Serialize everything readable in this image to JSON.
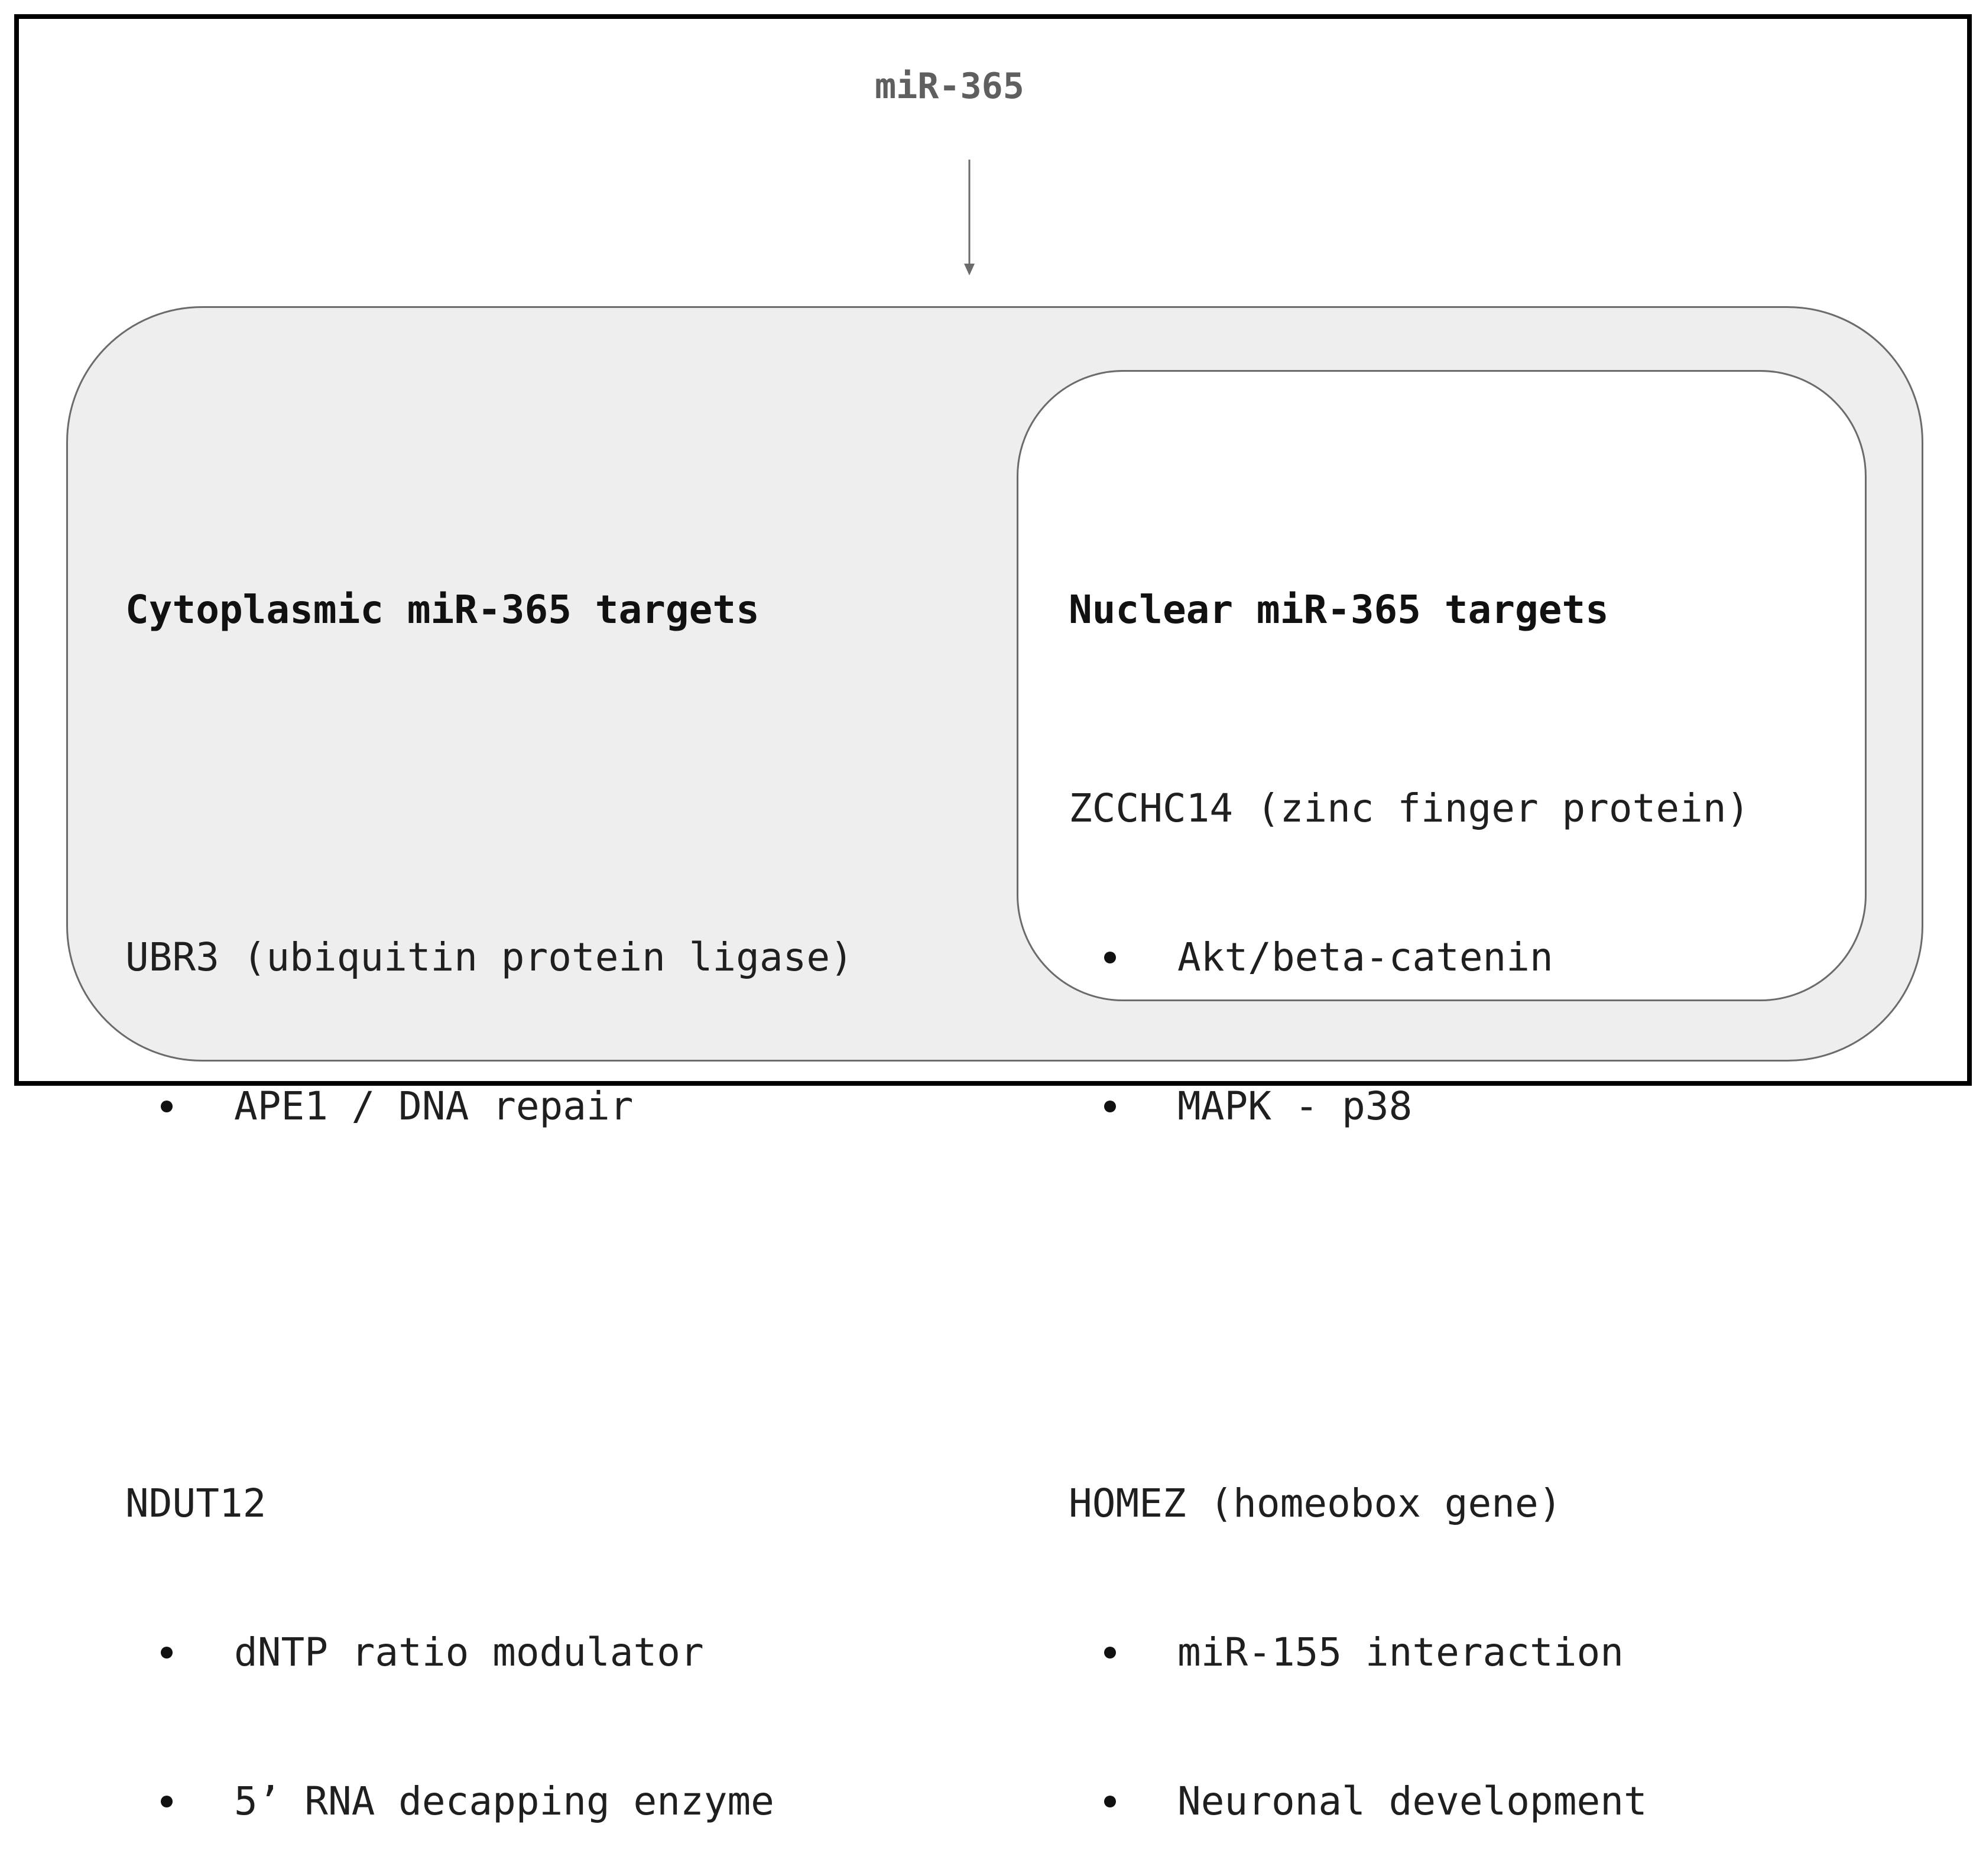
{
  "source": {
    "label": "miR-365"
  },
  "cytoplasm": {
    "heading": "Cytoplasmic miR-365 targets",
    "genes": [
      {
        "name": "UBR3 (ubiquitin protein ligase)",
        "items": [
          "APE1 / DNA repair"
        ]
      },
      {
        "name": "NDUT12",
        "items": [
          "dNTP ratio modulator",
          "5’ RNA decapping enzyme"
        ]
      }
    ]
  },
  "nucleus": {
    "heading": "Nuclear miR-365 targets",
    "genes": [
      {
        "name": "ZCCHC14 (zinc finger protein)",
        "items": [
          "Akt/beta-catenin",
          "MAPK - p38"
        ]
      },
      {
        "name": "HOMEZ (homeobox gene)",
        "items": [
          "miR-155 interaction",
          "Neuronal development"
        ]
      }
    ]
  },
  "colors": {
    "frame": "#000000",
    "cytoplasm_fill": "#eeeeee",
    "nucleus_fill": "#ffffff",
    "outline": "#6b6b6b",
    "source_text": "#5f5f5f"
  }
}
